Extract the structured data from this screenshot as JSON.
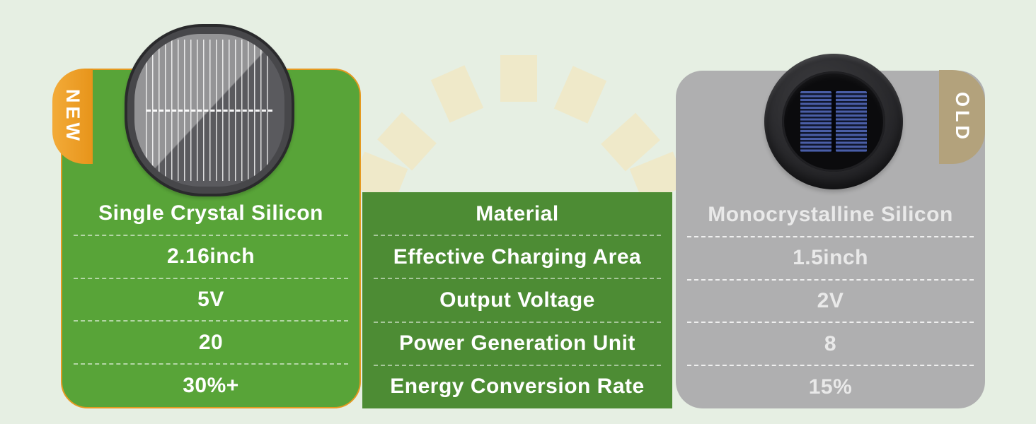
{
  "page": {
    "background_color": "#E6EFE3",
    "sun_ray_color": "#EFE9C9",
    "sun_ray_count": 7
  },
  "spec_column": {
    "background_color": "#4D8C34",
    "labels": [
      "Material",
      "Effective Charging Area",
      "Output Voltage",
      "Power Generation Unit",
      "Energy Conversion Rate"
    ]
  },
  "new_card": {
    "badge": "NEW",
    "badge_color": "#ED9E22",
    "card_color": "#58A438",
    "border_color": "#E59A21",
    "image": "square-solar-panel",
    "values": [
      "Single Crystal Silicon",
      "2.16inch",
      "5V",
      "20",
      "30%+"
    ]
  },
  "old_card": {
    "badge": "OLD",
    "badge_color": "#B3A27C",
    "card_color": "#AFAFB0",
    "image": "round-solar-panel",
    "values": [
      "Monocrystalline Silicon",
      "1.5inch",
      "2V",
      "8",
      "15%"
    ]
  }
}
